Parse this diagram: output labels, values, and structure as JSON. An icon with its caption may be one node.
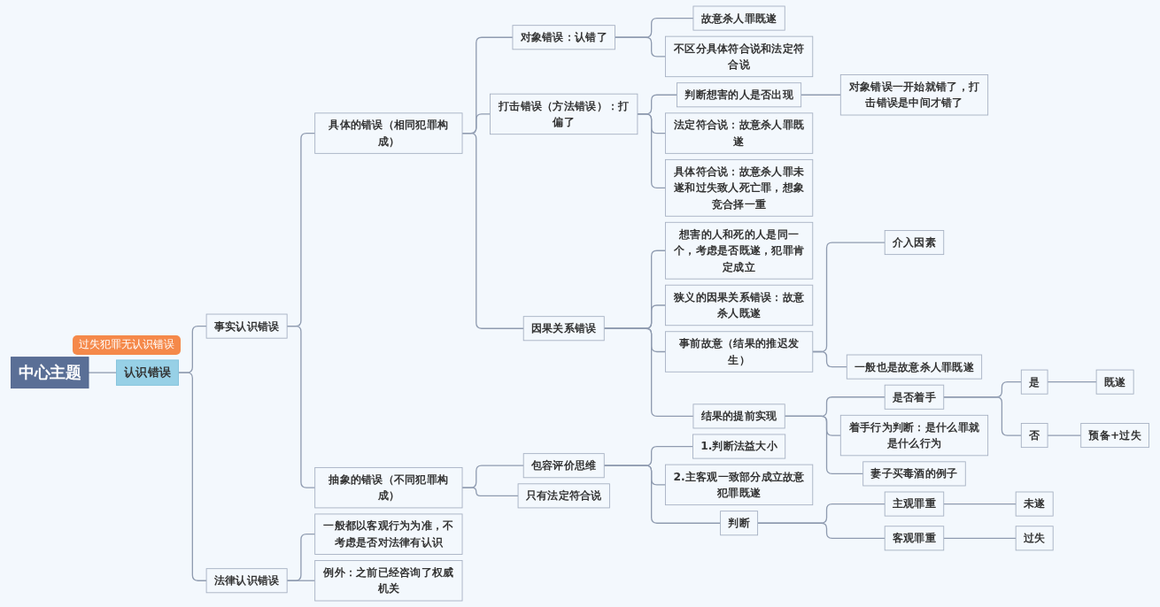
{
  "diagram": {
    "nodes": [
      {
        "text": [
          "中心主题"
        ]
      },
      {
        "text": [
          "认识错误"
        ],
        "beside": [
          "过失犯罪无认识错误"
        ]
      },
      {
        "text": [
          "事实认识错误"
        ]
      },
      {
        "text": [
          "具体的错误（相同犯罪构成）"
        ]
      },
      {
        "text": [
          "对象错误：认错了"
        ]
      },
      {
        "text": [
          "故意杀人罪既遂"
        ]
      },
      {
        "text": [
          "不区分具体符合说和法定符合说"
        ]
      },
      {
        "text": [
          "打击错误（方法错误）：打偏了"
        ]
      },
      {
        "text": [
          "判断想害的人是否出现"
        ]
      },
      {
        "text": [
          "对象错误一开始就错了，打击错误是中间才错了"
        ]
      },
      {
        "text": [
          "法定符合说：故意杀人罪既遂"
        ]
      },
      {
        "text": [
          "具体符合说：故意杀人罪未遂和过失致人死亡罪，想象竞合择一重"
        ]
      },
      {
        "text": [
          "因果关系错误"
        ]
      },
      {
        "text": [
          "想害的人和死的人是同一个，考虑是否既遂，犯罪肯定成立"
        ]
      },
      {
        "text": [
          "狭义的因果关系错误：故意杀人既遂"
        ]
      },
      {
        "text": [
          "事前故意（结果的推迟发生）"
        ]
      },
      {
        "text": [
          "介入因素"
        ]
      },
      {
        "text": [
          "一般也是故意杀人罪既遂"
        ]
      },
      {
        "text": [
          "结果的提前实现"
        ]
      },
      {
        "text": [
          "是否着手"
        ]
      },
      {
        "text": [
          "是"
        ]
      },
      {
        "text": [
          "既遂"
        ]
      },
      {
        "text": [
          "否"
        ]
      },
      {
        "text": [
          "预备+过失"
        ]
      },
      {
        "text": [
          "着手行为判断：是什么罪就是什么行为"
        ]
      },
      {
        "text": [
          "妻子买毒酒的例子"
        ]
      },
      {
        "text": [
          "抽象的错误（不同犯罪构成）"
        ]
      },
      {
        "text": [
          "包容评价思维"
        ]
      },
      {
        "text": [
          "1.判断法益大小"
        ]
      },
      {
        "text": [
          "2.主客观一致部分成立故意犯罪既遂"
        ]
      },
      {
        "text": [
          "判断"
        ]
      },
      {
        "text": [
          "主观罪重"
        ]
      },
      {
        "text": [
          "未遂"
        ]
      },
      {
        "text": [
          "客观罪重"
        ]
      },
      {
        "text": [
          "过失"
        ]
      },
      {
        "text": [
          "只有法定符合说"
        ]
      },
      {
        "text": [
          "法律认识错误"
        ]
      },
      {
        "text": [
          "一般都以客观行为为准，不考虑是否对法律有认识"
        ]
      },
      {
        "text": [
          "例外：之前已经咨询了权威机关"
        ]
      }
    ],
    "edges": [
      {
        "from": 0,
        "to": 1,
        "arrow": "none"
      },
      {
        "from": 1,
        "to": 2,
        "arrow": "none"
      },
      {
        "from": 2,
        "to": 3,
        "arrow": "none"
      },
      {
        "from": 3,
        "to": 4,
        "arrow": "none"
      },
      {
        "from": 4,
        "to": 5,
        "arrow": "none"
      },
      {
        "from": 4,
        "to": 6,
        "arrow": "none"
      },
      {
        "from": 3,
        "to": 7,
        "arrow": "none"
      },
      {
        "from": 7,
        "to": 8,
        "arrow": "none"
      },
      {
        "from": 8,
        "to": 9,
        "arrow": "none"
      },
      {
        "from": 7,
        "to": 10,
        "arrow": "none"
      },
      {
        "from": 7,
        "to": 11,
        "arrow": "none"
      },
      {
        "from": 3,
        "to": 12,
        "arrow": "none"
      },
      {
        "from": 12,
        "to": 13,
        "arrow": "none"
      },
      {
        "from": 12,
        "to": 14,
        "arrow": "none"
      },
      {
        "from": 12,
        "to": 15,
        "arrow": "none"
      },
      {
        "from": 15,
        "to": 16,
        "arrow": "none"
      },
      {
        "from": 15,
        "to": 17,
        "arrow": "none"
      },
      {
        "from": 12,
        "to": 18,
        "arrow": "none"
      },
      {
        "from": 18,
        "to": 19,
        "arrow": "none"
      },
      {
        "from": 19,
        "to": 20,
        "arrow": "none"
      },
      {
        "from": 20,
        "to": 21,
        "arrow": "none"
      },
      {
        "from": 19,
        "to": 22,
        "arrow": "none"
      },
      {
        "from": 22,
        "to": 23,
        "arrow": "none"
      },
      {
        "from": 18,
        "to": 24,
        "arrow": "none"
      },
      {
        "from": 18,
        "to": 25,
        "arrow": "none"
      },
      {
        "from": 2,
        "to": 26,
        "arrow": "none"
      },
      {
        "from": 26,
        "to": 27,
        "arrow": "none"
      },
      {
        "from": 27,
        "to": 28,
        "arrow": "none"
      },
      {
        "from": 27,
        "to": 29,
        "arrow": "none"
      },
      {
        "from": 27,
        "to": 30,
        "arrow": "none"
      },
      {
        "from": 30,
        "to": 31,
        "arrow": "none"
      },
      {
        "from": 31,
        "to": 32,
        "arrow": "none"
      },
      {
        "from": 30,
        "to": 33,
        "arrow": "none"
      },
      {
        "from": 33,
        "to": 34,
        "arrow": "none"
      },
      {
        "from": 26,
        "to": 35,
        "arrow": "none"
      },
      {
        "from": 1,
        "to": 36,
        "arrow": "none"
      },
      {
        "from": 36,
        "to": 37,
        "arrow": "none"
      },
      {
        "from": 36,
        "to": 38,
        "arrow": "none"
      }
    ]
  }
}
